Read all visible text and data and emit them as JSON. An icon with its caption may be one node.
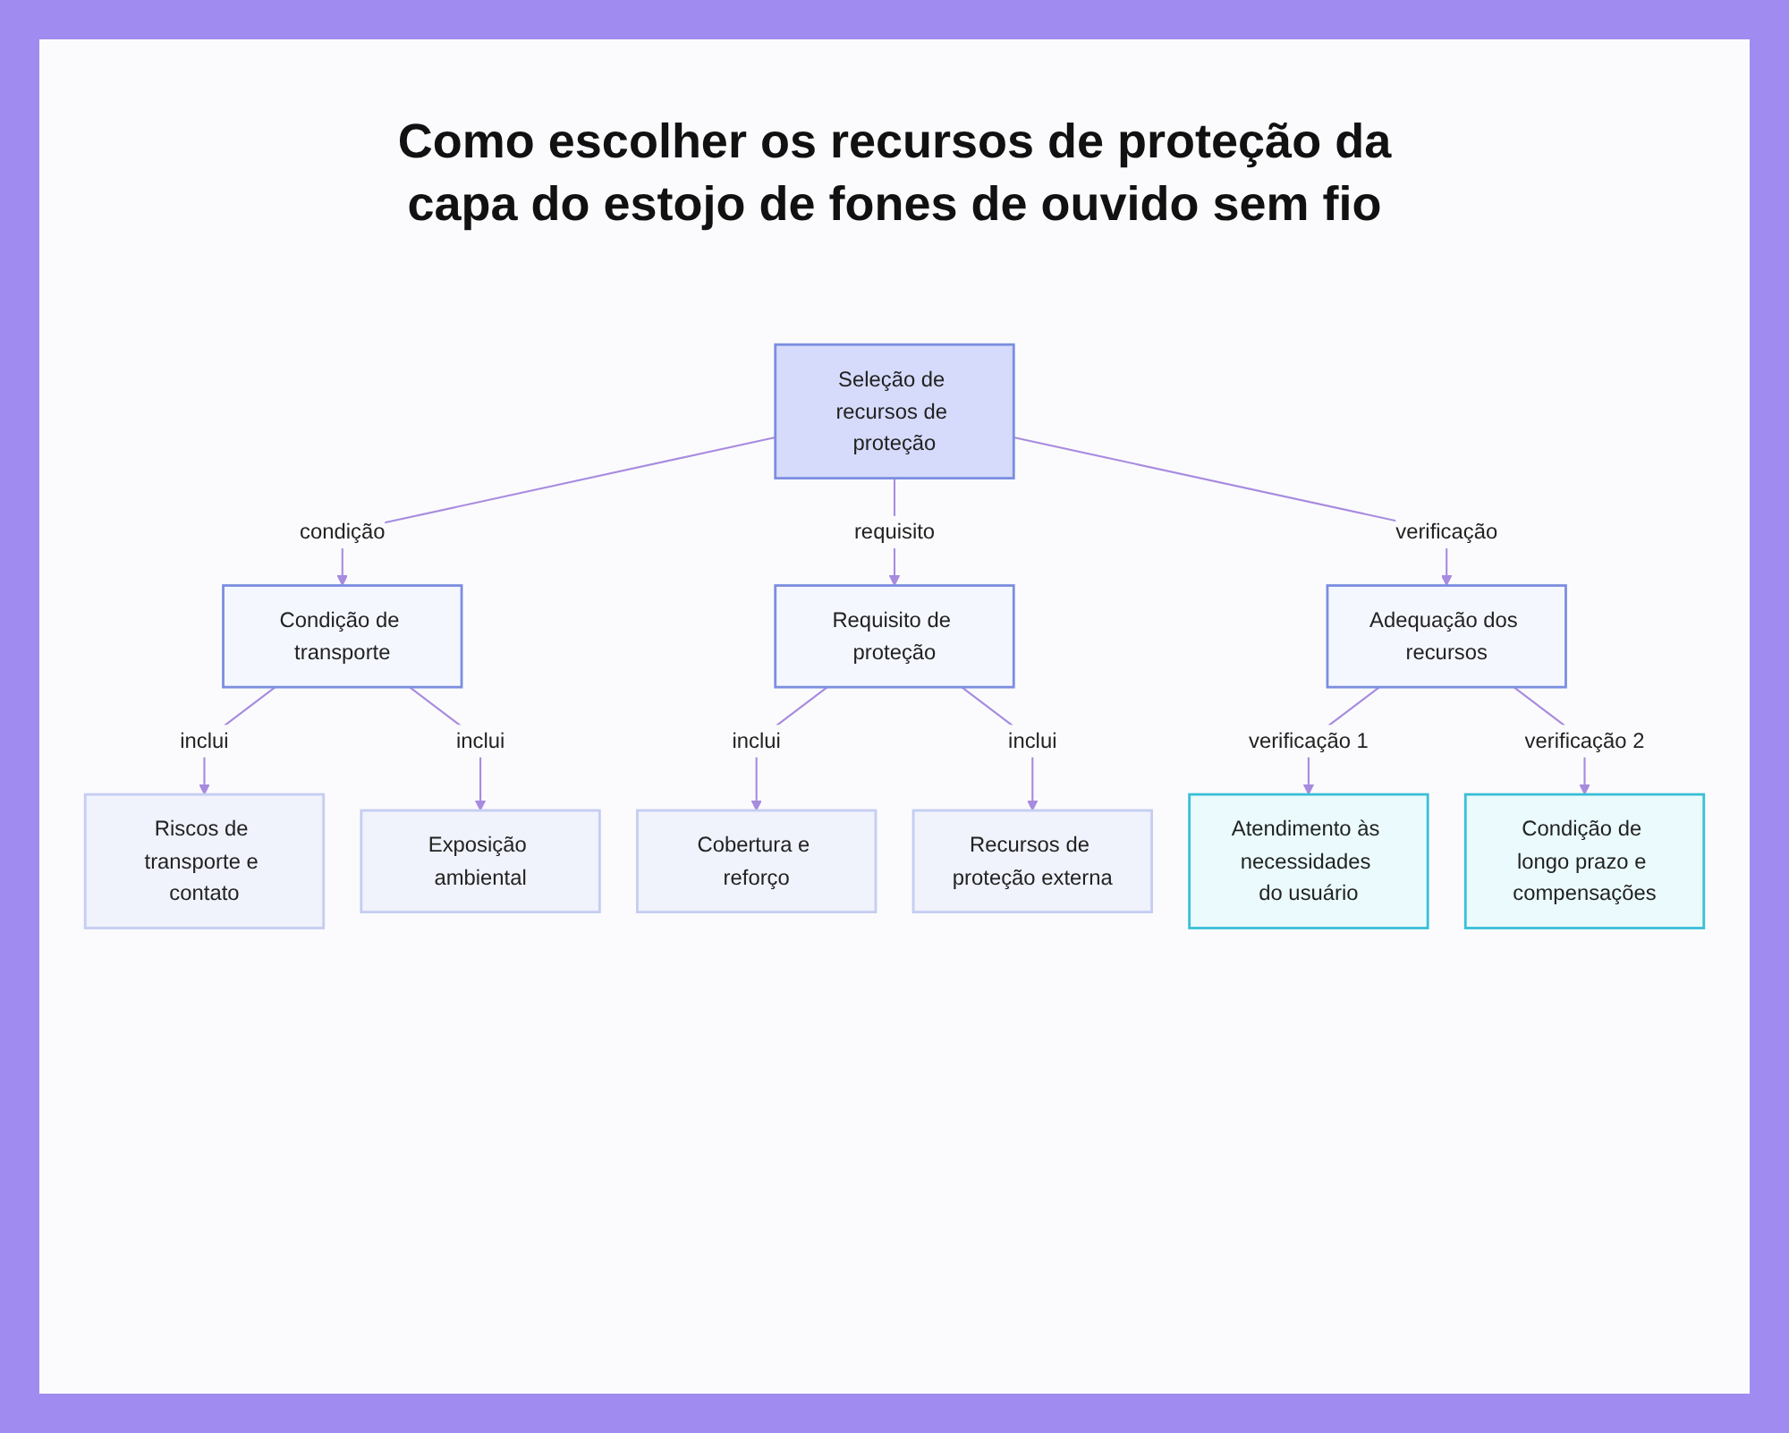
{
  "diagram": {
    "title": "Como escolher os recursos de proteção da capa do estojo de fones de ouvido sem fio",
    "nodes": [
      {
        "text": [
          "Seleção de recursos de proteção"
        ]
      },
      {
        "text": [
          "Condição de transporte"
        ]
      },
      {
        "text": [
          "Requisito de proteção"
        ]
      },
      {
        "text": [
          "Adequação dos recursos"
        ]
      },
      {
        "text": [
          "Riscos de transporte e contato"
        ]
      },
      {
        "text": [
          "Exposição ambiental"
        ]
      },
      {
        "text": [
          "Cobertura e reforço"
        ]
      },
      {
        "text": [
          "Recursos de proteção externa"
        ]
      },
      {
        "text": [
          "Atendimento às necessidades do usuário"
        ]
      },
      {
        "text": [
          "Condição de longo prazo e compensações"
        ]
      }
    ],
    "edges": [
      {
        "from": 0,
        "to": 1,
        "arrow": "to",
        "label": "condição"
      },
      {
        "from": 0,
        "to": 2,
        "arrow": "to",
        "label": "requisito"
      },
      {
        "from": 0,
        "to": 3,
        "arrow": "to",
        "label": "verificação"
      },
      {
        "from": 1,
        "to": 4,
        "arrow": "to",
        "label": "inclui"
      },
      {
        "from": 1,
        "to": 5,
        "arrow": "to",
        "label": "inclui"
      },
      {
        "from": 2,
        "to": 6,
        "arrow": "to",
        "label": "inclui"
      },
      {
        "from": 2,
        "to": 7,
        "arrow": "to",
        "label": "inclui"
      },
      {
        "from": 3,
        "to": 8,
        "arrow": "to",
        "label": "verificação 1"
      },
      {
        "from": 3,
        "to": 9,
        "arrow": "to",
        "label": "verificação 2"
      }
    ]
  }
}
